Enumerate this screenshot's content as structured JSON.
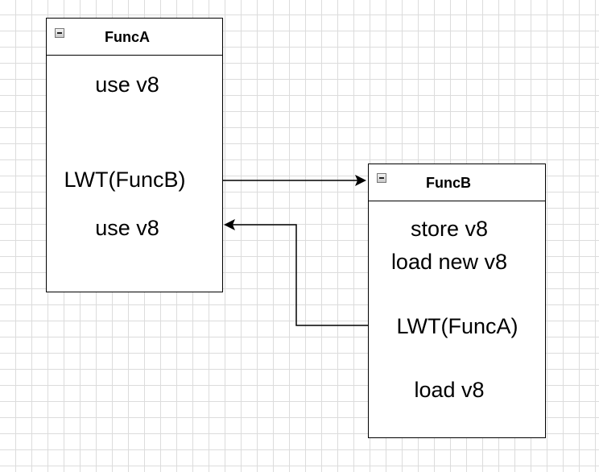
{
  "func_a": {
    "title": "FuncA",
    "rows": [
      "use v8",
      "LWT(FuncB)",
      "use v8"
    ]
  },
  "func_b": {
    "title": "FuncB",
    "rows": [
      "store v8",
      "load new v8",
      "LWT(FuncA)",
      "load v8"
    ]
  },
  "colors": {
    "stroke": "#000000",
    "grid": "#dcdcdc",
    "background": "#ffffff"
  }
}
